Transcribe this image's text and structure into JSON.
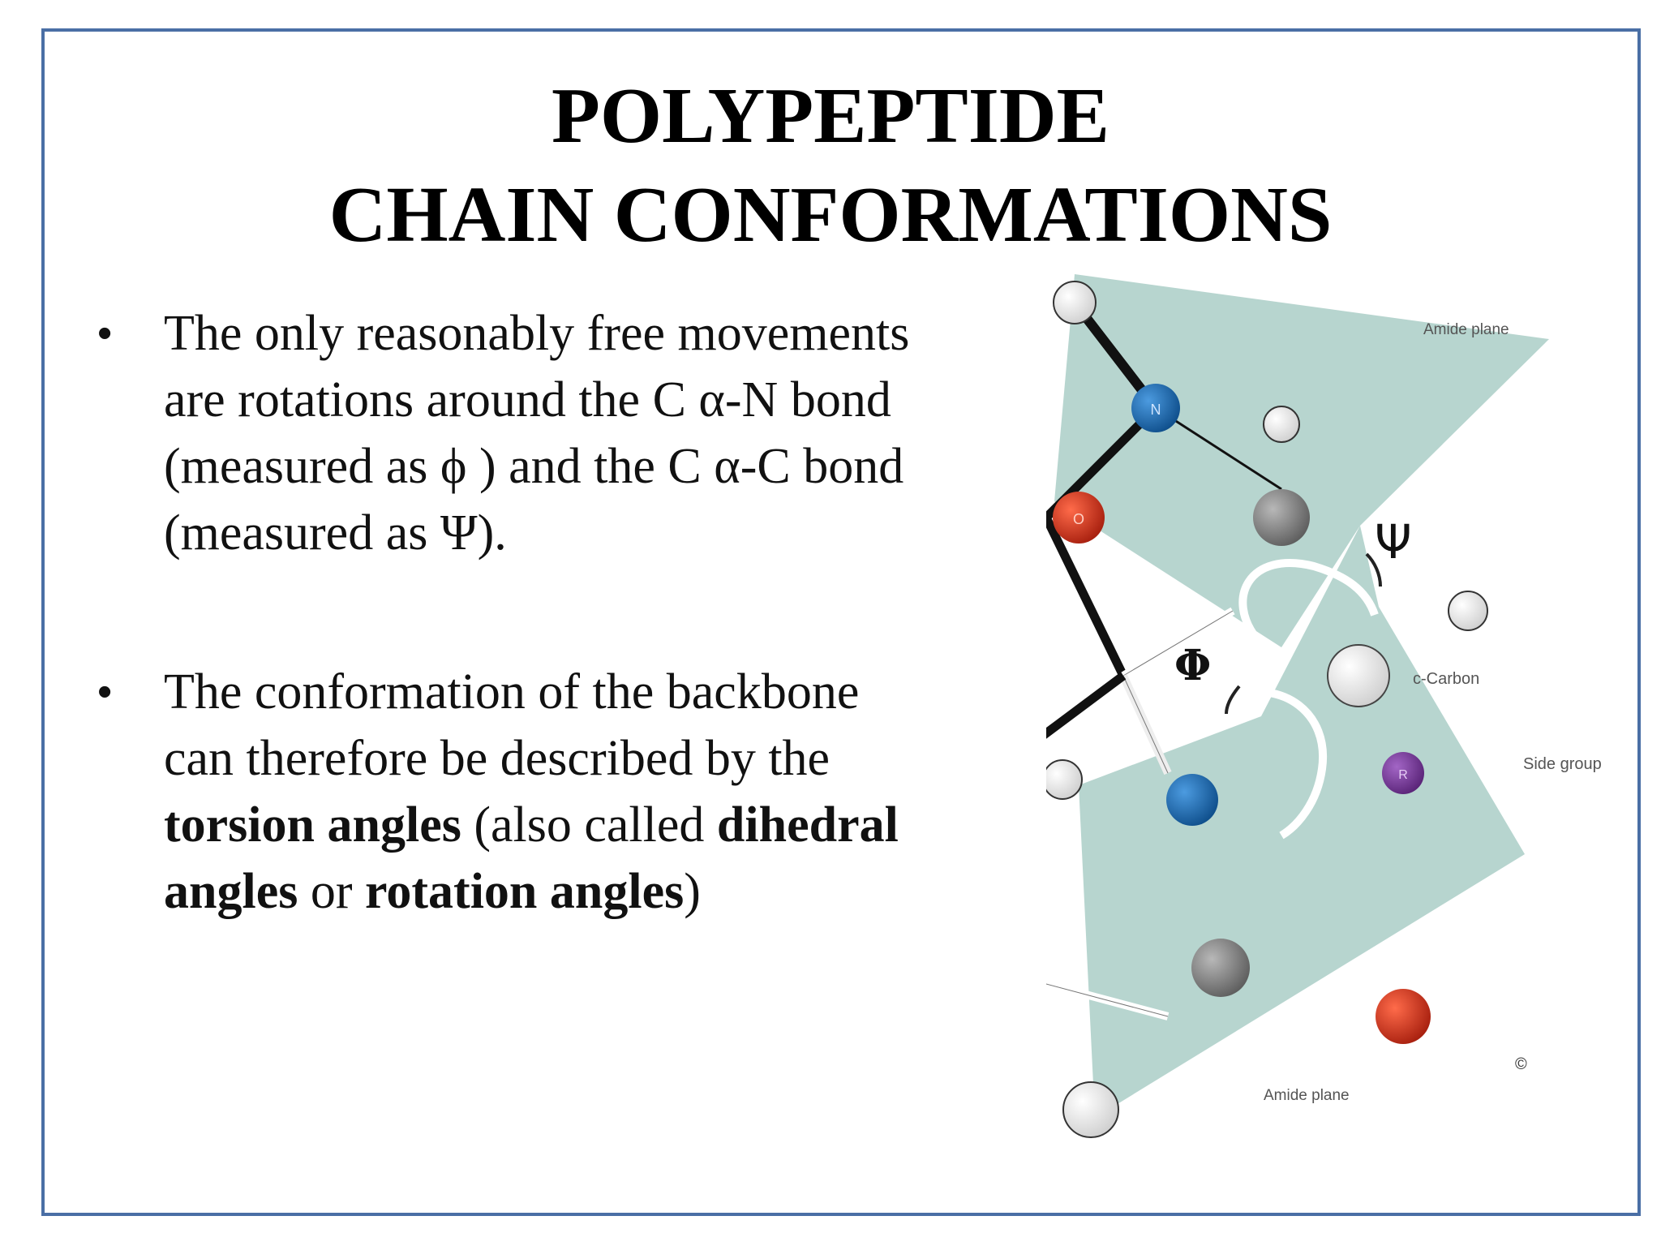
{
  "slide": {
    "title_line1": "POLYPEPTIDE",
    "title_line2": "CHAIN CONFORMATIONS"
  },
  "bullets": [
    {
      "line1": "The only reasonably free movements",
      "line2": "are rotations around the C α-N  bond",
      "line3": "(measured as ϕ ) and the C α-C bond",
      "line4": "(measured as Ψ)."
    },
    {
      "line1": "The conformation of the backbone",
      "line2": "can therefore be described by the",
      "bold1": "torsion angles",
      "plain1": " (also called ",
      "bold2": "dihedral",
      "bold3": "angles",
      "plain2": " or ",
      "bold4": "rotation angles",
      "plain3": ")"
    }
  ],
  "figure": {
    "label_amide_plane_top": "Amide plane",
    "label_amide_plane_bottom": "Amide plane",
    "label_c_carbon": "c-Carbon",
    "label_side_group": "Side group",
    "label_psi": "Ψ",
    "label_phi": "Φ",
    "atom_n": "N",
    "atom_o": "O",
    "atom_r": "R",
    "copyright": "©",
    "colors": {
      "plane": "#b3d3cc",
      "nitrogen": "#1a6fb8",
      "oxygen": "#d9301c",
      "carbon": "#8c8c8c",
      "side_group": "#7b3f9e",
      "frame": "#4a6fa5"
    }
  }
}
